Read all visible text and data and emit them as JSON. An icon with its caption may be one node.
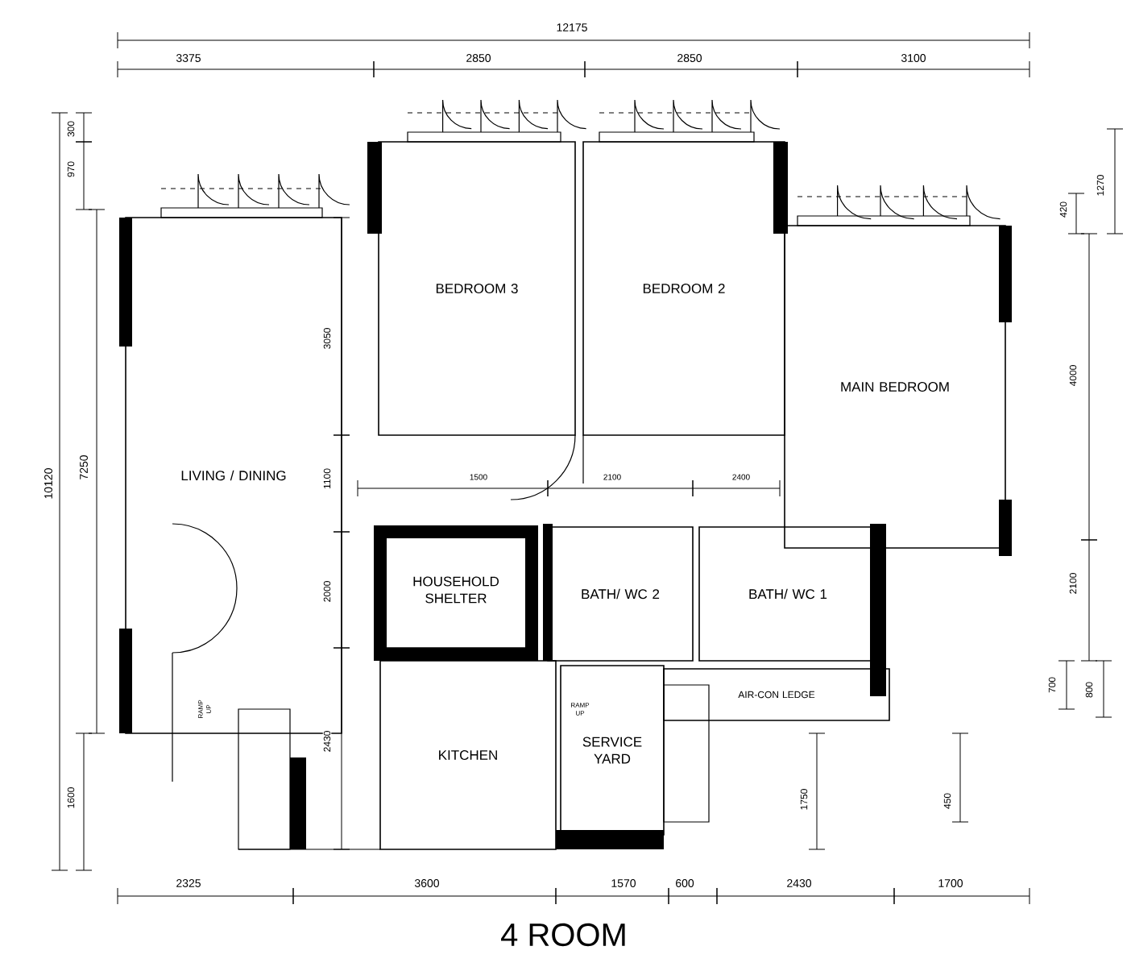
{
  "diagram": {
    "title": "4 ROOM",
    "nodes": [
      {
        "text": [
          "LIVING / DINING"
        ]
      },
      {
        "text": [
          "BEDROOM 3"
        ]
      },
      {
        "text": [
          "BEDROOM 2"
        ]
      },
      {
        "text": [
          "MAIN BEDROOM"
        ]
      },
      {
        "text": [
          "HOUSEHOLD SHELTER"
        ]
      },
      {
        "text": [
          "BATH/ WC 2"
        ]
      },
      {
        "text": [
          "BATH/ WC 1"
        ]
      },
      {
        "text": [
          "AIR-CON LEDGE"
        ]
      },
      {
        "text": [
          "KITCHEN"
        ]
      },
      {
        "text": [
          "SERVICE YARD"
        ]
      }
    ],
    "labels": [
      "12175",
      "3375",
      "2850",
      "2850",
      "3100",
      "300",
      "970",
      "1270",
      "420",
      "3050",
      "4000",
      "10120",
      "7250",
      "1100",
      "1500",
      "2100",
      "2400",
      "2000",
      "2100",
      "700",
      "800",
      "RAMP UP",
      "2430",
      "RAMP UP",
      "1600",
      "1750",
      "450",
      "2325",
      "3600",
      "1570",
      "600",
      "2430",
      "1700"
    ]
  }
}
